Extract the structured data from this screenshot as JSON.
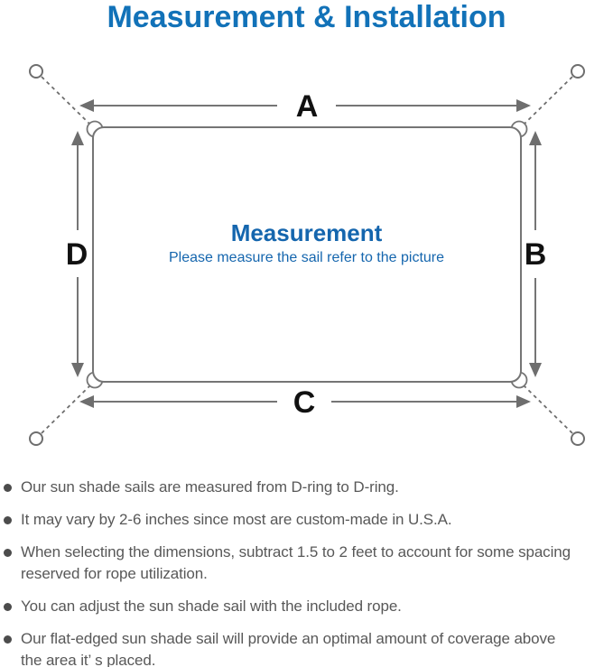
{
  "title": "Measurement & Installation",
  "colors": {
    "title_blue": "#1272b8",
    "center_blue": "#1566ae",
    "line_gray": "#757575",
    "note_text_gray": "#585858",
    "dim_label_black": "#111111"
  },
  "diagram": {
    "dim_labels": {
      "a": "A",
      "b": "B",
      "c": "C",
      "d": "D"
    },
    "center_heading": "Measurement",
    "center_subtitle": "Please measure the sail refer to the picture"
  },
  "notes": [
    {
      "lines": [
        "Our sun shade sails are measured from D-ring to D-ring."
      ]
    },
    {
      "lines": [
        "It may vary by 2-6 inches since most are custom-made in U.S.A."
      ]
    },
    {
      "lines": [
        "When selecting the dimensions, subtract 1.5 to 2 feet to account for some spacing",
        "reserved for rope utilization."
      ]
    },
    {
      "lines": [
        "You can adjust the sun shade sail with the included rope."
      ]
    },
    {
      "lines": [
        "Our flat-edged sun shade sail will provide an optimal amount of coverage above",
        "the area it’ s placed."
      ]
    }
  ]
}
